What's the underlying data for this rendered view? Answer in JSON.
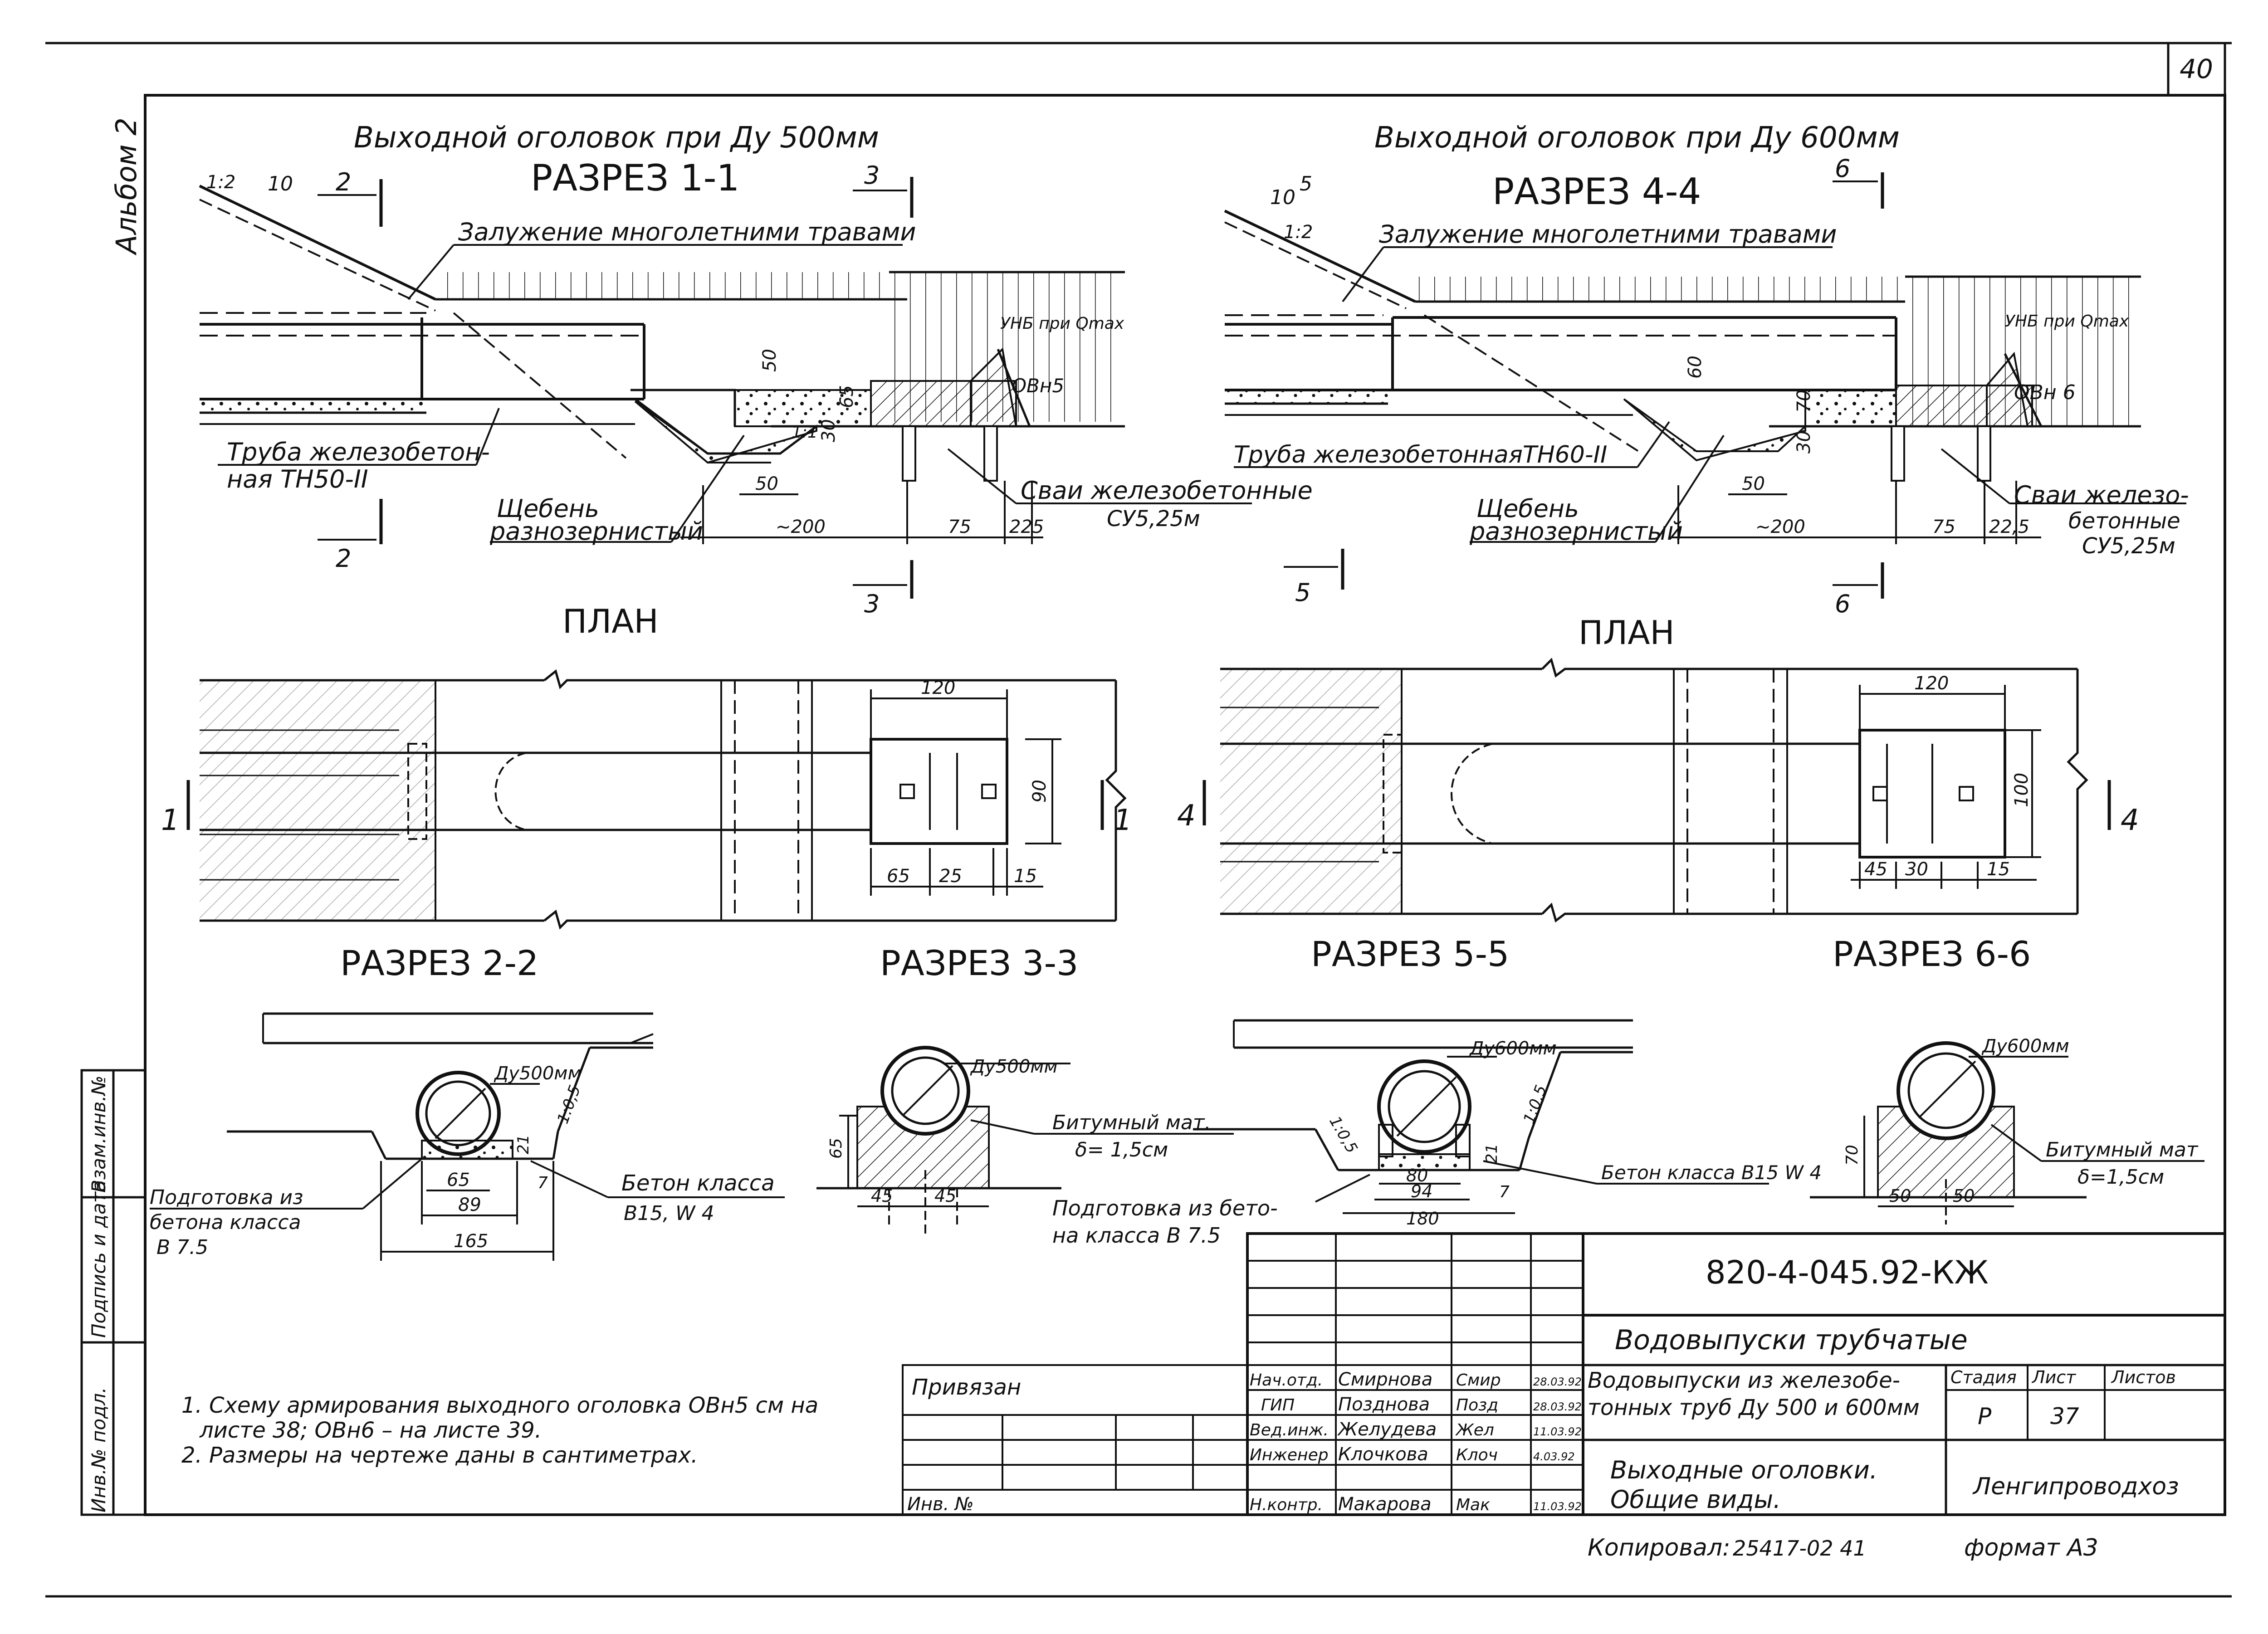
{
  "sheet_number": "40",
  "album": "Альбом 2",
  "left": {
    "title": "Выходной оголовок при Ду 500мм",
    "section": "РАЗРЕЗ 1-1",
    "grass": "Залужение многолетними травами",
    "slope": "1:2",
    "slope_dim": "10",
    "pipe_label_1": "Труба железобетон-",
    "pipe_label_2": "ная ТН50-II",
    "gravel_1": "Щебень",
    "gravel_2": "разнозернистый",
    "piles_1": "Сваи железобетонные",
    "piles_2": "СУ5,25м",
    "unb": "УНБ при Qmax",
    "block": "ОВн5",
    "cut_a": "2",
    "cut_b": "3",
    "dims": {
      "d50": "50",
      "d65": "65",
      "d30": "30",
      "d11": "1:1",
      "d50b": "50",
      "d200": "~200",
      "d75": "75",
      "d225": "225"
    },
    "plan": "ПЛАН",
    "plan_mark": "1",
    "plan_dims": {
      "w": "120",
      "h": "90",
      "a": "65",
      "b": "25",
      "c": "15"
    }
  },
  "right": {
    "title": "Выходной оголовок при Ду 600мм",
    "section": "РАЗРЕЗ 4-4",
    "grass": "Залужение многолетними травами",
    "slope": "1:2",
    "slope_dim_a": "10",
    "slope_dim_b": "5",
    "pipe_label": "Труба железобетоннаяТН60-II",
    "gravel_1": "Щебень",
    "gravel_2": "разнозернистый",
    "piles_1": "Сваи железо-",
    "piles_2": "бетонные",
    "piles_3": "СУ5,25м",
    "unb": "УНБ при Qmax",
    "block": "ОВн 6",
    "cut_a": "5",
    "cut_b": "6",
    "dims": {
      "d60": "60",
      "d70": "70",
      "d30": "30",
      "d50": "50",
      "d200": "~200",
      "d75": "75",
      "d225": "22,5"
    },
    "plan": "ПЛАН",
    "plan_mark": "4",
    "plan_dims": {
      "w": "120",
      "h": "100",
      "a": "45",
      "b": "30",
      "c": "15"
    }
  },
  "sec22": {
    "title": "РАЗРЕЗ 2-2",
    "dn": "Ду500мм",
    "slope": "1:0,5",
    "prep_1": "Подготовка из",
    "prep_2": "бетона класса",
    "prep_3": "В 7.5",
    "concrete_1": "Бетон класса",
    "concrete_2": "В15, W 4",
    "d21": "21",
    "d7": "7",
    "d65": "65",
    "d89": "89",
    "d165": "165"
  },
  "sec33": {
    "title": "РАЗРЕЗ 3-3",
    "dn": "Ду500мм",
    "bitumen_1": "Битумный мат.",
    "bitumen_2": "δ= 1,5см",
    "prep_1": "Подготовка из бето-",
    "prep_2": "на класса В 7.5",
    "d65": "65",
    "d45a": "45",
    "d45b": "45"
  },
  "sec55": {
    "title": "РАЗРЕЗ 5-5",
    "dn": "Ду600мм",
    "slope_a": "1:0,5",
    "slope_b": "1:0,5",
    "concrete": "Бетон класса В15 W 4",
    "d21": "21",
    "d7": "7",
    "d80": "80",
    "d94": "94",
    "d180": "180"
  },
  "sec66": {
    "title": "РАЗРЕЗ 6-6",
    "dn": "Ду600мм",
    "bitumen_1": "Битумный мат",
    "bitumen_2": "δ=1,5см",
    "d70": "70",
    "d50a": "50",
    "d50b": "50"
  },
  "side_stamp": [
    "Инв.№ подл.",
    "Подпись и дата",
    "Взам.инв.№"
  ],
  "notes": [
    "1. Схему армирования выходного оголовка ОВн5 см на",
    "листе 38;  ОВн6 – на листе 39.",
    "2. Размеры на чертеже даны в сантиметрах."
  ],
  "title_block": {
    "code": "820-4-045.92-КЖ",
    "project": "Водовыпуски трубчатые",
    "privyazan": "Привязан",
    "inv": "Инв. №",
    "signers": [
      {
        "role": "Нач.отд.",
        "name": "Смирнова",
        "sign": "Смир",
        "date": "28.03.92"
      },
      {
        "role": "ГИП",
        "name": "Позднова",
        "sign": "Позд",
        "date": "28.03.92"
      },
      {
        "role": "Вед.инж.",
        "name": "Желудева",
        "sign": "Жел",
        "date": "11.03.92"
      },
      {
        "role": "Инженер",
        "name": "Клочкова",
        "sign": "Клоч",
        "date": "4.03.92"
      },
      {
        "role": "",
        "name": "",
        "sign": "",
        "date": ""
      },
      {
        "role": "Н.контр.",
        "name": "Макарова",
        "sign": "Мак",
        "date": "11.03.92"
      }
    ],
    "sheet_title_1": "Водовыпуски из железобе-",
    "sheet_title_2": "тонных труб Ду 500 и 600мм",
    "stage_h": "Стадия",
    "sheet_h": "Лист",
    "sheets_h": "Листов",
    "stage": "Р",
    "sheet": "37",
    "sheets": "",
    "subtitle_1": "Выходные оголовки.",
    "subtitle_2": "Общие виды.",
    "org": "Ленгипроводхоз"
  },
  "footer": {
    "copied": "Копировал:",
    "order": "25417-02  41",
    "format": "формат А3"
  }
}
